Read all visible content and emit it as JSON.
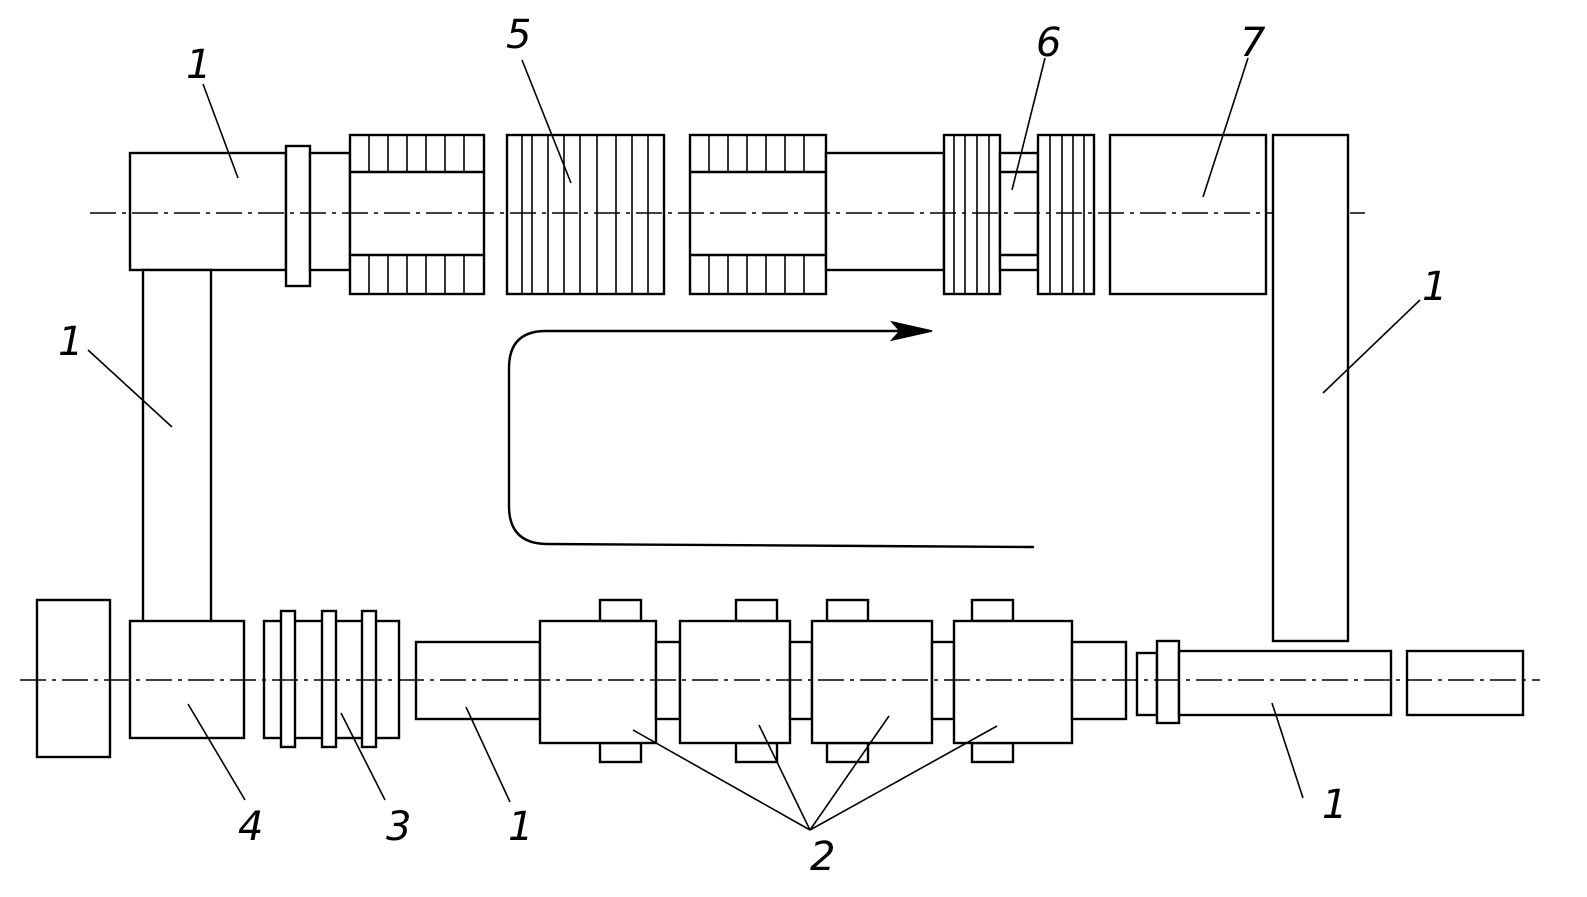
{
  "labels": {
    "l1_top_left": "1",
    "l1_left_vertical": "1",
    "l1_right_vertical": "1",
    "l1_bottom_middle": "1",
    "l1_bottom_right": "1",
    "l2": "2",
    "l3": "3",
    "l4": "4",
    "l5": "5",
    "l6": "6",
    "l7": "7"
  }
}
